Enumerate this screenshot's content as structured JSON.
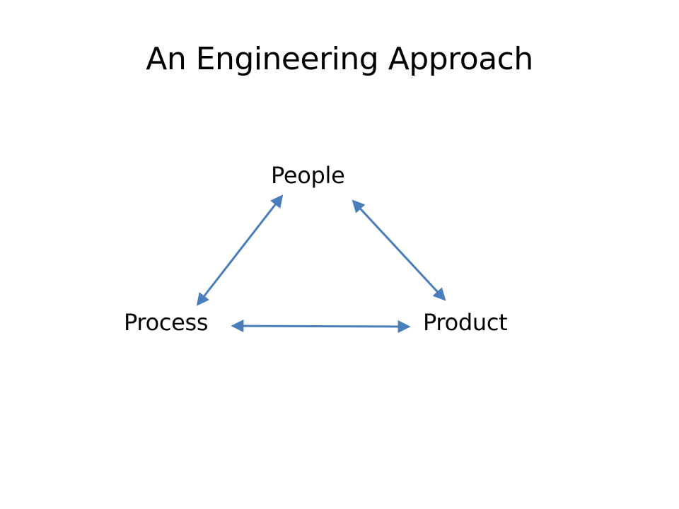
{
  "slide": {
    "title": "An Engineering Approach"
  },
  "diagram": {
    "nodes": {
      "people": "People",
      "process": "Process",
      "product": "Product"
    },
    "arrow_color": "#4a7ebb"
  }
}
